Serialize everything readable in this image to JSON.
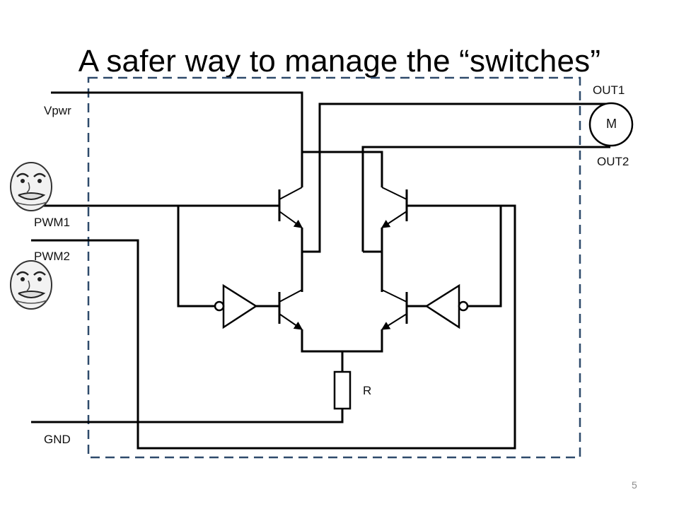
{
  "slide": {
    "title": "A safer way to manage the “switches”",
    "page_number": "5"
  },
  "labels": {
    "vpwr": "Vpwr",
    "pwm1": "PWM1",
    "pwm2": "PWM2",
    "gnd": "GND",
    "out1": "OUT1",
    "out2": "OUT2",
    "motor": "M",
    "resistor": "R"
  },
  "colors": {
    "boundary": "#2e4a6b",
    "wire": "#000000",
    "page_number": "#8c8c8c"
  },
  "icons": [
    "meme-face-icon",
    "meme-face-icon"
  ]
}
